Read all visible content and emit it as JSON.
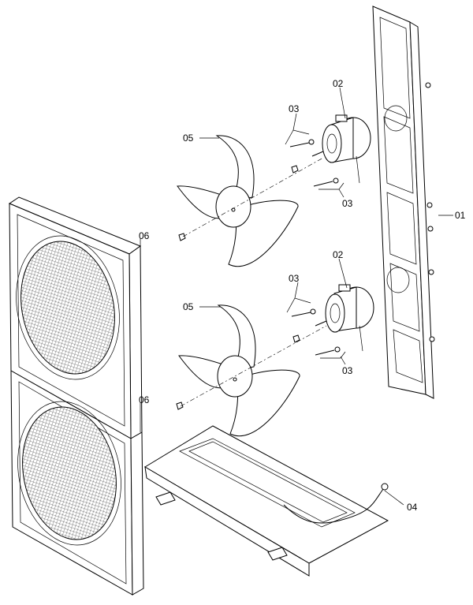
{
  "callouts": {
    "c01": "01",
    "c02_top": "02",
    "c02_bottom": "02",
    "c03_top_upper": "03",
    "c03_top_lower": "03",
    "c03_bottom_upper": "03",
    "c03_bottom_lower": "03",
    "c04": "04",
    "c05_top": "05",
    "c05_bottom": "05",
    "c06_top": "06",
    "c06_bottom": "06"
  }
}
